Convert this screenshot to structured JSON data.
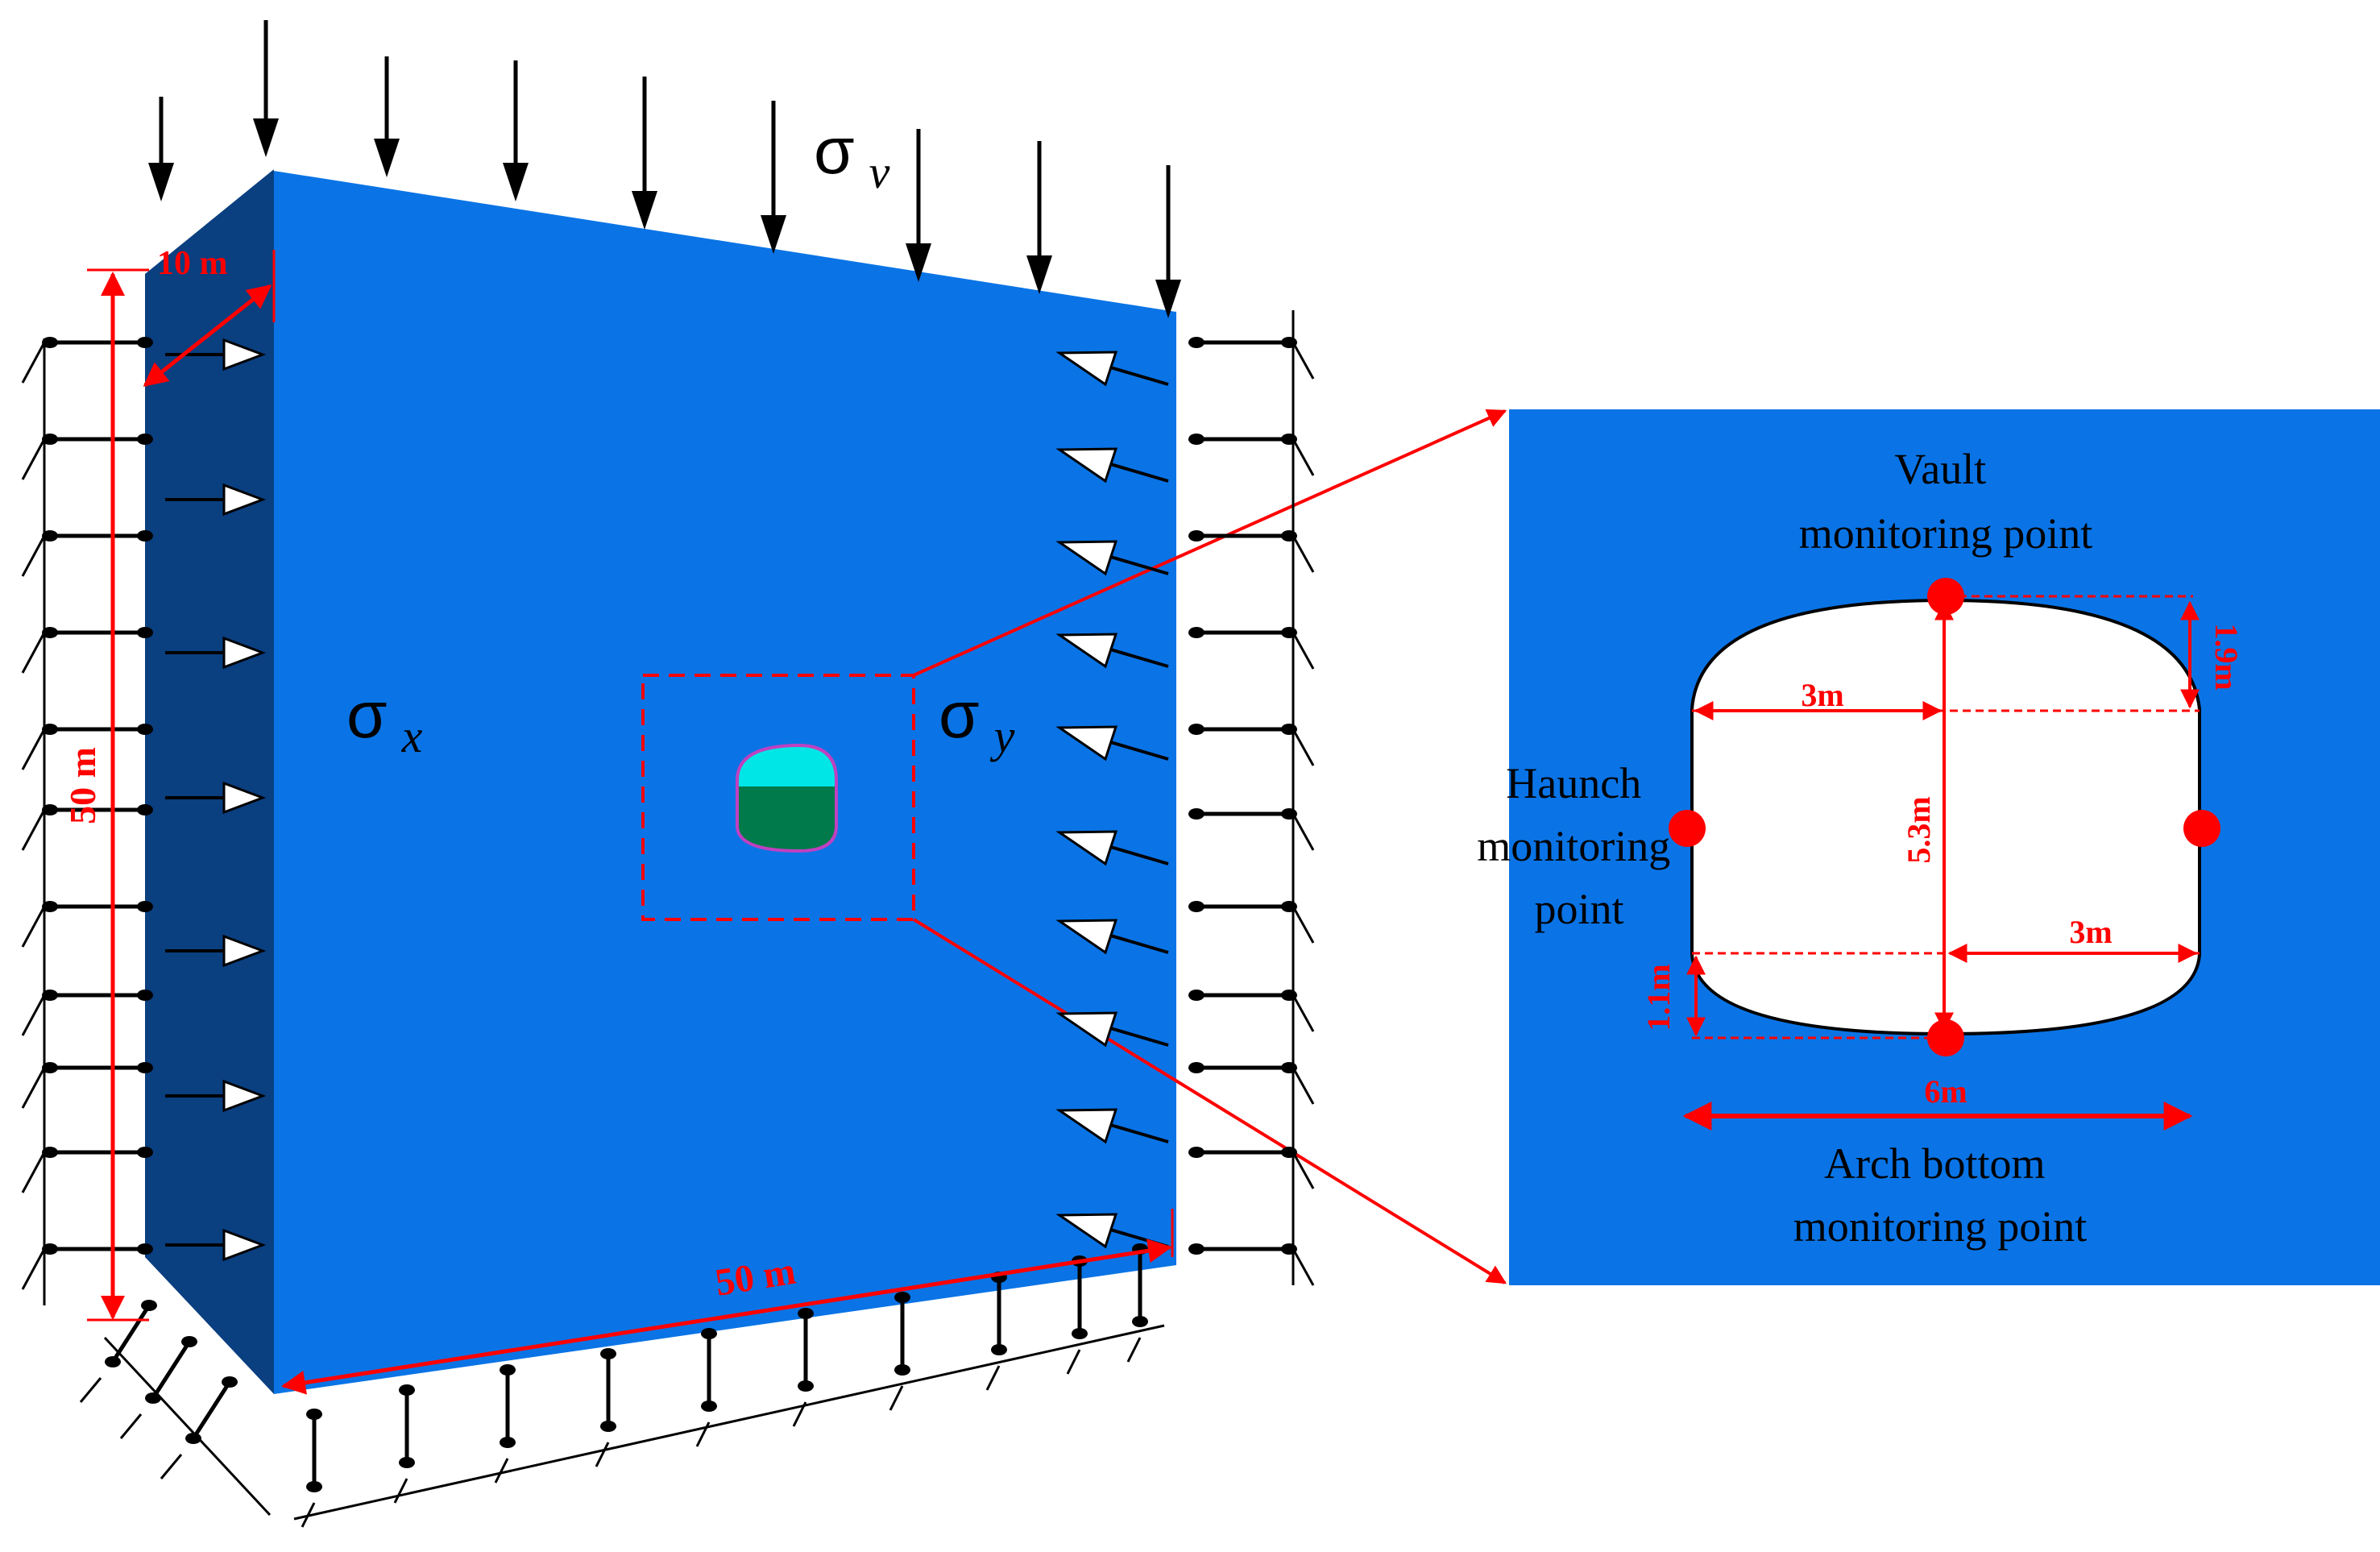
{
  "model": {
    "depth_label": "10 m",
    "height_label": "50 m",
    "width_label": "50 m",
    "sigma_v": {
      "symbol": "σ",
      "subscript": "v"
    },
    "sigma_x": {
      "symbol": "σ",
      "subscript": "x"
    },
    "sigma_y": {
      "symbol": "σ",
      "subscript": "y"
    }
  },
  "detail": {
    "vault_line1": "Vault",
    "vault_line2": "monitoring point",
    "haunch_line1": "Haunch",
    "haunch_line2": "monitoring",
    "haunch_line3": "point",
    "arch_line1": "Arch bottom",
    "arch_line2": "monitoring point",
    "dim_top_rise": "1.9m",
    "dim_left_half": "3m",
    "dim_height": "5.3m",
    "dim_right_half": "3m",
    "dim_bottom_rise": "1.1m",
    "dim_span": "6m"
  },
  "colors": {
    "front_face": "#0A74E6",
    "side_face": "#0A3F80",
    "detail_bg": "#0A74E6",
    "annotation": "#FF0000",
    "tunnel_top": "#00E6E6",
    "tunnel_bottom": "#007A4A"
  }
}
